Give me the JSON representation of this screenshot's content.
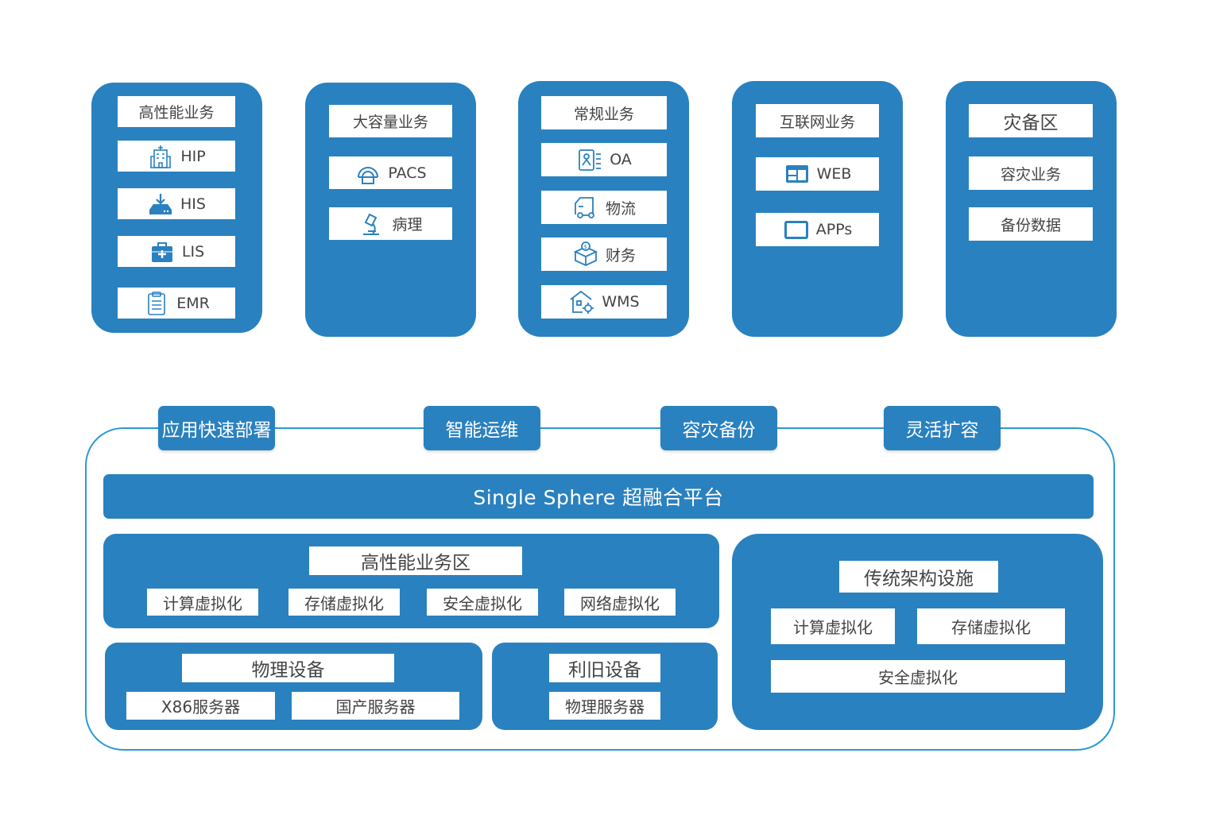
{
  "colors": {
    "primary": "#2a81bf",
    "outline": "#2a9ad6",
    "box": "#ffffff"
  },
  "top_groups": [
    {
      "title": "高性能业务",
      "items": [
        {
          "label": "HIP",
          "icon": "hospital-building-icon"
        },
        {
          "label": "HIS",
          "icon": "download-tray-icon"
        },
        {
          "label": "LIS",
          "icon": "medical-kit-icon"
        },
        {
          "label": "EMR",
          "icon": "clipboard-icon"
        }
      ]
    },
    {
      "title": "大容量业务",
      "items": [
        {
          "label": "PACS",
          "icon": "ct-scanner-icon"
        },
        {
          "label": "病理",
          "icon": "microscope-icon"
        }
      ]
    },
    {
      "title": "常规业务",
      "items": [
        {
          "label": "OA",
          "icon": "id-card-icon"
        },
        {
          "label": "物流",
          "icon": "truck-icon"
        },
        {
          "label": "财务",
          "icon": "money-box-icon"
        },
        {
          "label": "WMS",
          "icon": "warehouse-gear-icon"
        }
      ]
    },
    {
      "title": "互联网业务",
      "items": [
        {
          "label": "WEB",
          "icon": "webpage-icon"
        },
        {
          "label": "APPs",
          "icon": "tablet-icon"
        }
      ]
    },
    {
      "title": "灾备区",
      "items": [
        {
          "label": "容灾业务"
        },
        {
          "label": "备份数据"
        }
      ]
    }
  ],
  "tags": [
    "应用快速部署",
    "智能运维",
    "容灾备份",
    "灵活扩容"
  ],
  "platform": "Single Sphere  超融合平台",
  "hp_zone": {
    "title": "高性能业务区",
    "items": [
      "计算虚拟化",
      "存储虚拟化",
      "安全虚拟化",
      "网络虚拟化"
    ]
  },
  "physical": {
    "title": "物理设备",
    "items": [
      "X86服务器",
      "国产服务器"
    ]
  },
  "legacy": {
    "title": "利旧设备",
    "items": [
      "物理服务器"
    ]
  },
  "traditional": {
    "title": "传统架构设施",
    "items": [
      "计算虚拟化",
      "存储虚拟化",
      "安全虚拟化"
    ]
  }
}
